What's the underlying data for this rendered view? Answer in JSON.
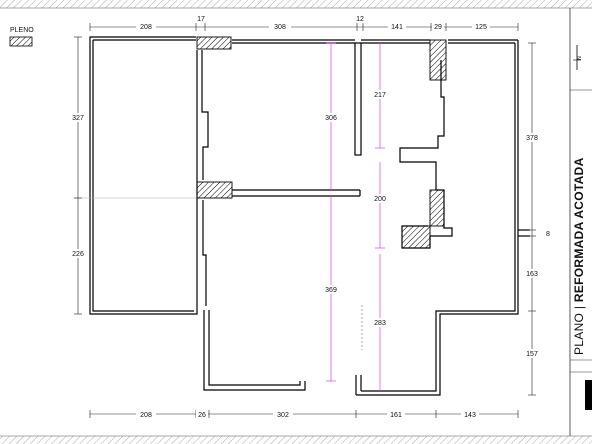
{
  "legend": {
    "label": "PLENO"
  },
  "title": {
    "prefix": "PLANO",
    "separator": "|",
    "main": "REFORMADA ACOTADA"
  },
  "north": {
    "label": "N"
  },
  "dimensions": {
    "top": [
      "208",
      "17",
      "308",
      "12",
      "141",
      "29",
      "125"
    ],
    "bottom": [
      "208",
      "26",
      "302",
      "161",
      "143"
    ],
    "left": [
      "327",
      "226"
    ],
    "right": [
      "378",
      "8",
      "163",
      "157"
    ],
    "inner": [
      "217",
      "306",
      "200",
      "369",
      "283"
    ]
  },
  "colors": {
    "walls": "#000000",
    "dimension": "#222222",
    "pink_guides": "#e040e0"
  }
}
